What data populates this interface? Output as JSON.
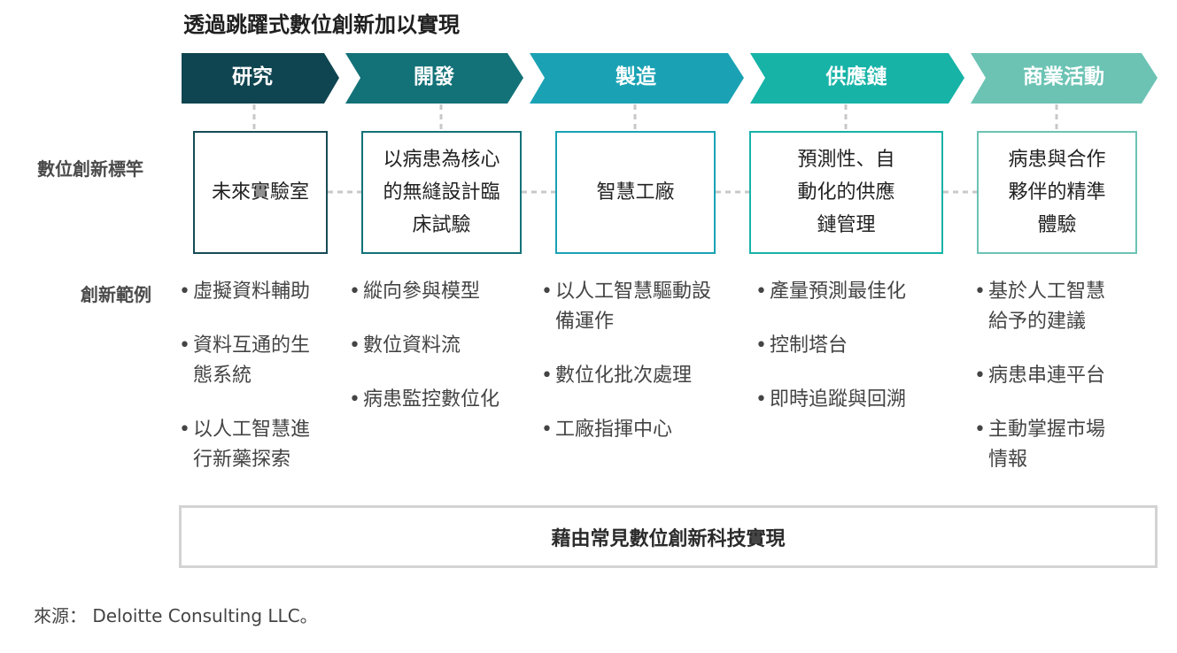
{
  "title": "透過跳躍式數位創新加以實現",
  "colors": {
    "stage_fills": [
      "#0f4550",
      "#137278",
      "#1aa2b4",
      "#17b3a7",
      "#6cc3b4"
    ],
    "box_borders": [
      "#164b55",
      "#127278",
      "#1aa2b4",
      "#17b3a7",
      "#6cc3b4"
    ],
    "connector": "#c8c8c8"
  },
  "stages": [
    {
      "label": "研究"
    },
    {
      "label": "開發"
    },
    {
      "label": "製造"
    },
    {
      "label": "供應鏈"
    },
    {
      "label": "商業活動"
    }
  ],
  "row_labels": {
    "benchmark": "數位創新標竿",
    "examples": "創新範例"
  },
  "benchmarks": [
    {
      "lines": [
        "未來實驗室"
      ]
    },
    {
      "lines": [
        "以病患為核心",
        "的無縫設計臨",
        "床試驗"
      ]
    },
    {
      "lines": [
        "智慧工廠"
      ]
    },
    {
      "lines": [
        "預測性、自",
        "動化的供應",
        "鏈管理"
      ]
    },
    {
      "lines": [
        "病患與合作",
        "夥伴的精準",
        "體驗"
      ]
    }
  ],
  "examples": [
    {
      "items": [
        {
          "bullet": "•",
          "lines": [
            "虛擬資料輔助"
          ]
        },
        {
          "bullet": "•",
          "lines": [
            "資料互通的生",
            "態系統"
          ]
        },
        {
          "bullet": "•",
          "lines": [
            "以人工智慧進",
            "行新藥探索"
          ]
        }
      ]
    },
    {
      "items": [
        {
          "bullet": "•",
          "lines": [
            "縱向參與模型"
          ]
        },
        {
          "bullet": "•",
          "lines": [
            "數位資料流"
          ]
        },
        {
          "bullet": "•",
          "lines": [
            "病患監控數位化"
          ]
        }
      ]
    },
    {
      "items": [
        {
          "bullet": "•",
          "lines": [
            "以人工智慧驅動設",
            "備運作"
          ]
        },
        {
          "bullet": "•",
          "lines": [
            "數位化批次處理"
          ]
        },
        {
          "bullet": "•",
          "lines": [
            "工廠指揮中心"
          ]
        }
      ]
    },
    {
      "items": [
        {
          "bullet": "•",
          "lines": [
            "產量預測最佳化"
          ]
        },
        {
          "bullet": "•",
          "lines": [
            "控制塔台"
          ]
        },
        {
          "bullet": "•",
          "lines": [
            "即時追蹤與回溯"
          ]
        }
      ]
    },
    {
      "items": [
        {
          "bullet": "•",
          "lines": [
            "基於人工智慧",
            "給予的建議"
          ]
        },
        {
          "bullet": "•",
          "lines": [
            "病患串連平台"
          ]
        },
        {
          "bullet": "•",
          "lines": [
            "主動掌握市場",
            "情報"
          ]
        }
      ]
    }
  ],
  "footer_box": "藉由常見數位創新科技實現",
  "source": "來源： Deloitte Consulting LLC。"
}
